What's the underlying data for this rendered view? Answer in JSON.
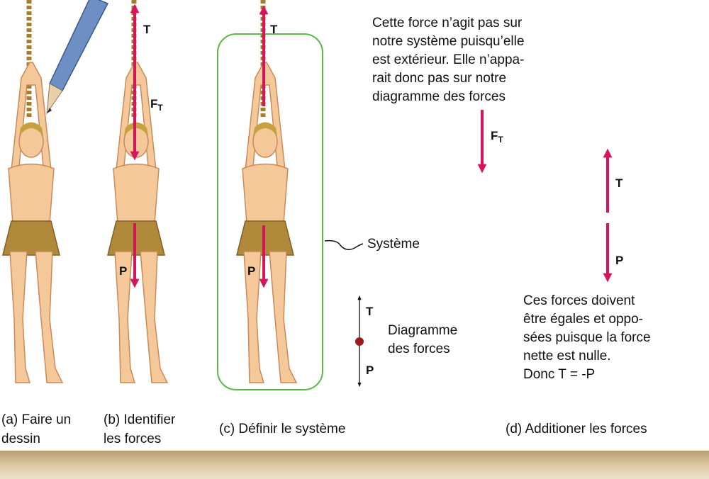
{
  "captions": {
    "a": [
      "(a) Faire un",
      "dessin"
    ],
    "b": [
      "(b) Identifier",
      "les forces"
    ],
    "c": "(c) Définir le système",
    "d": "(d) Additioner les forces"
  },
  "force_labels": {
    "T": "T",
    "F": "F",
    "F_sub": "T",
    "P": "P"
  },
  "system_label": "Système",
  "fbd_label": [
    "Diagramme",
    "des forces"
  ],
  "note_external": [
    "Cette force n’agit pas sur",
    "notre système puisqu’elle",
    "est extérieur. Elle n’appa-",
    "rait donc pas sur notre",
    "diagramme des forces"
  ],
  "note_equal": [
    "Ces forces doivent",
    "être égales et oppo-",
    "sées puisque la force",
    "nette est nulle.",
    "Donc T = -P"
  ],
  "colors": {
    "force": "#d6145a",
    "system": "#5cb84a",
    "dot": "#9b1b1b",
    "floor": "#c9b08a"
  }
}
